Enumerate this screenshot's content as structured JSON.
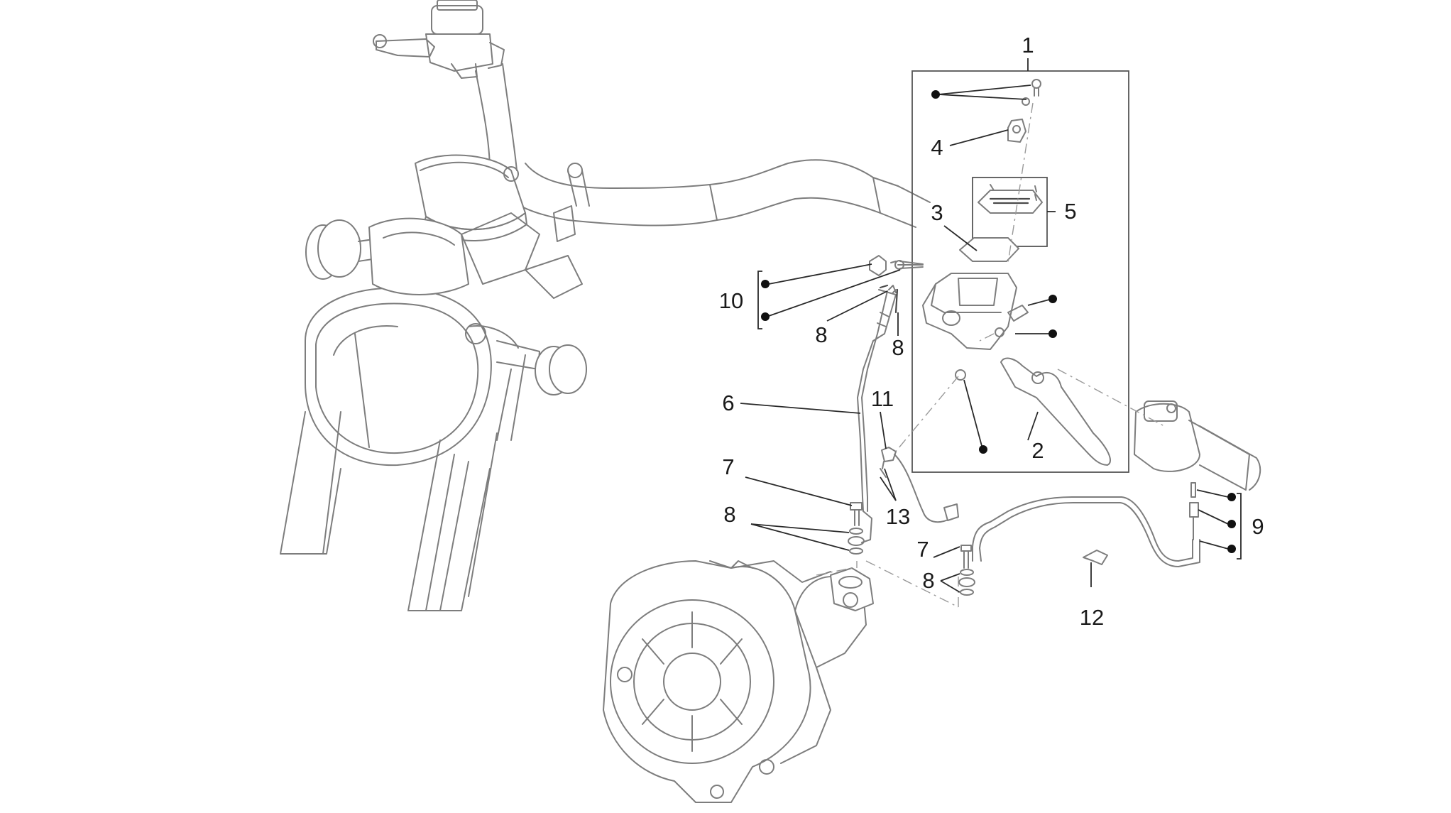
{
  "diagram": {
    "callouts": [
      "1",
      "2",
      "3",
      "4",
      "5",
      "6",
      "7",
      "8",
      "8",
      "7",
      "8",
      "8",
      "9",
      "10",
      "11",
      "12",
      "13"
    ]
  }
}
